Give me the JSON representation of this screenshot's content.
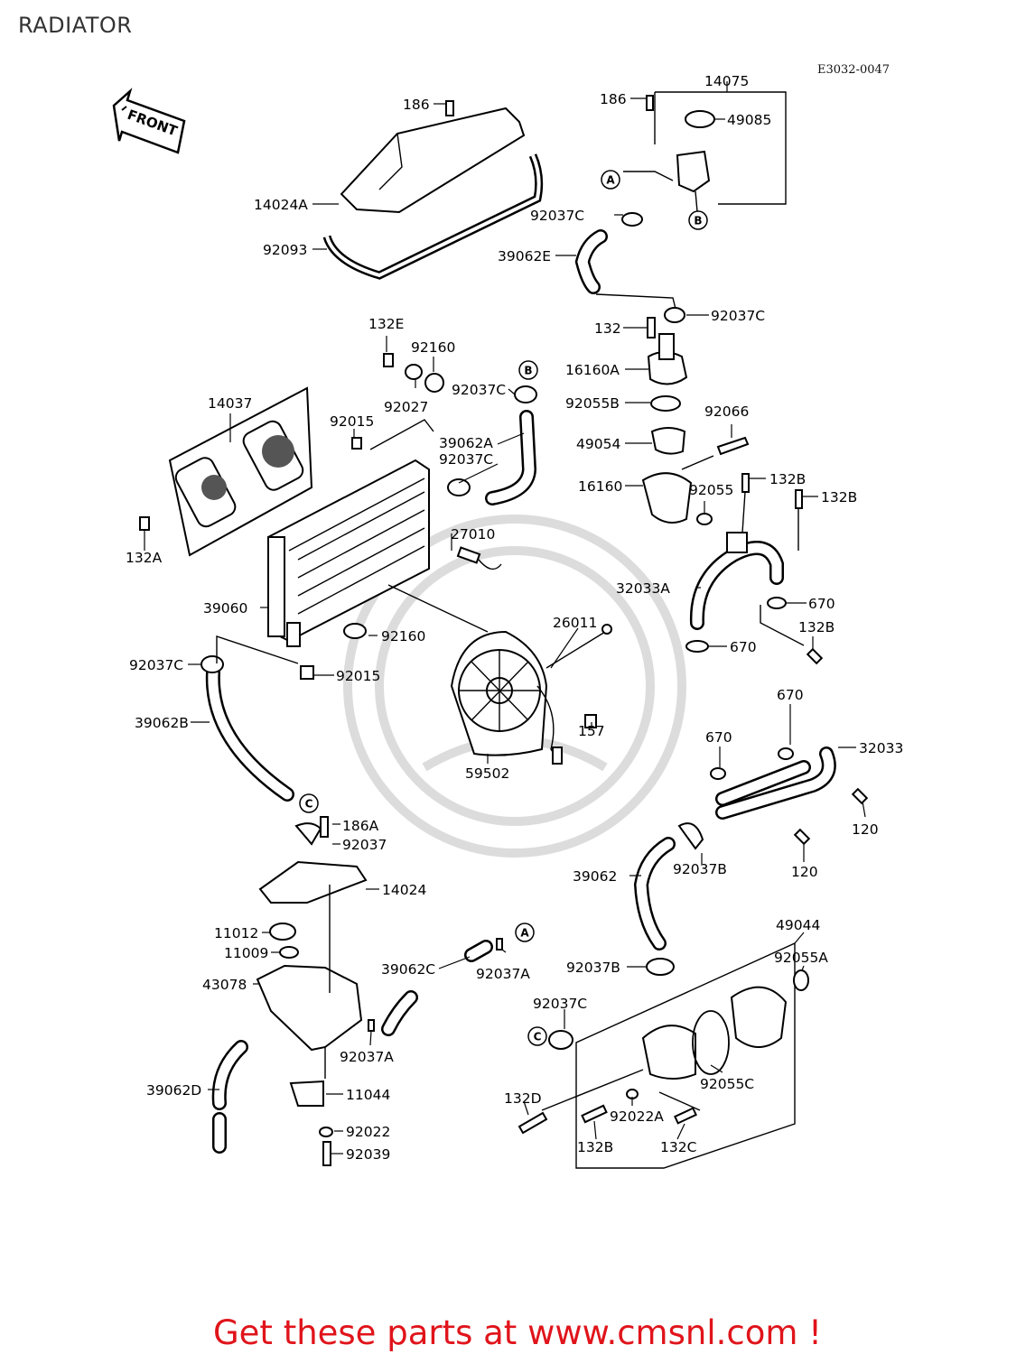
{
  "header": {
    "title": "RADIATOR",
    "diagram_code": "E3032-0047"
  },
  "front_arrow": {
    "label": "FRONT"
  },
  "footer": {
    "text": "Get these parts at www.cmsnl.com !"
  },
  "callouts": [
    "A",
    "B",
    "C"
  ],
  "parts": {
    "p186_top": "186",
    "p14024A": "14024A",
    "p92093": "92093",
    "p14075": "14075",
    "p186_cap": "186",
    "p49085": "49085",
    "p92037C_1": "92037C",
    "p39062E": "39062E",
    "p92037C_2": "92037C",
    "p132": "132",
    "p16160A": "16160A",
    "p92055B": "92055B",
    "p92066": "92066",
    "p49054": "49054",
    "p132B_1": "132B",
    "p132B_2": "132B",
    "p16160": "16160",
    "p92055": "92055",
    "p32033A": "32033A",
    "p670_1": "670",
    "p132B_3": "132B",
    "p670_2": "670",
    "p132E": "132E",
    "p92160_1": "92160",
    "p92037C_3": "92037C",
    "p92027": "92027",
    "p14037": "14037",
    "p92015_1": "92015",
    "p39062A": "39062A",
    "p92037C_4": "92037C",
    "p132A": "132A",
    "p27010": "27010",
    "p39060": "39060",
    "p92160_2": "92160",
    "p26011": "26011",
    "p92037C_5": "92037C",
    "p92015_2": "92015",
    "p157": "157",
    "p39062B": "39062B",
    "p59502": "59502",
    "p670_3": "670",
    "p670_4": "670",
    "p32033": "32033",
    "p120_1": "120",
    "p120_2": "120",
    "p186A": "186A",
    "p92037": "92037",
    "p14024": "14024",
    "p39062": "39062",
    "p92037B_1": "92037B",
    "p49044": "49044",
    "p92055A": "92055A",
    "p11012": "11012",
    "p11009": "11009",
    "p43078": "43078",
    "p39062C": "39062C",
    "p92037A_1": "92037A",
    "p92037B_2": "92037B",
    "p92037C_6": "92037C",
    "p92037A_2": "92037A",
    "p39062D": "39062D",
    "p11044": "11044",
    "p92055C": "92055C",
    "p132D": "132D",
    "p92022A": "92022A",
    "p92022": "92022",
    "p132B_4": "132B",
    "p132C": "132C",
    "p92039": "92039"
  }
}
